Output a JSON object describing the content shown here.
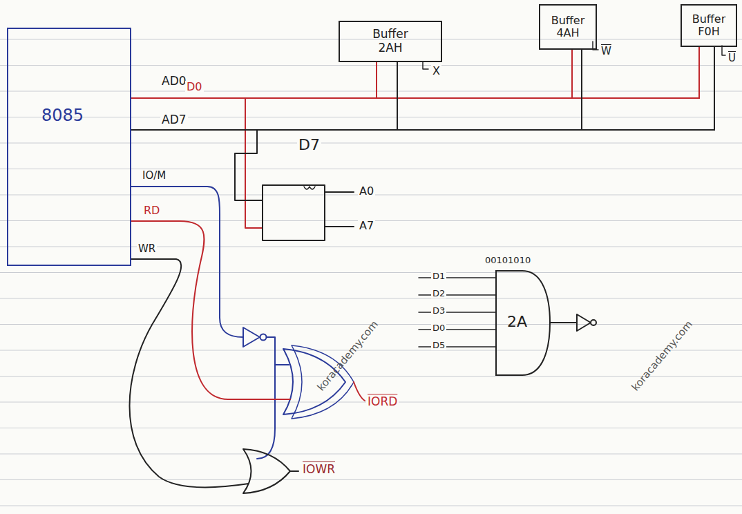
{
  "diagram": {
    "nodes": [
      {
        "text": [
          "8085"
        ]
      },
      {
        "text": [
          "Buffer 2AH"
        ]
      },
      {
        "text": [
          "Buffer 4AH"
        ]
      },
      {
        "text": [
          "Buffer F0H"
        ]
      },
      {
        "text": [
          "2A"
        ]
      }
    ],
    "edges": [
      {
        "from": 0,
        "to": 1,
        "arrow": "none"
      },
      {
        "from": 0,
        "to": 2,
        "arrow": "none"
      },
      {
        "from": 0,
        "to": 3,
        "arrow": "none"
      },
      {
        "from": 0,
        "to": 1,
        "arrow": "none"
      },
      {
        "from": 0,
        "to": 2,
        "arrow": "none"
      },
      {
        "from": 0,
        "to": 3,
        "arrow": "none"
      }
    ],
    "labels": [
      "AD0",
      "AD7",
      "IO/M",
      "RD",
      "WR",
      "D0",
      "D7",
      "A0",
      "A7",
      "X",
      "W",
      "U",
      "00101010",
      "D1",
      "D2",
      "D3",
      "D0",
      "D5",
      "IORD",
      "IOWR",
      "koracademy.com",
      "koracademy.com"
    ]
  }
}
